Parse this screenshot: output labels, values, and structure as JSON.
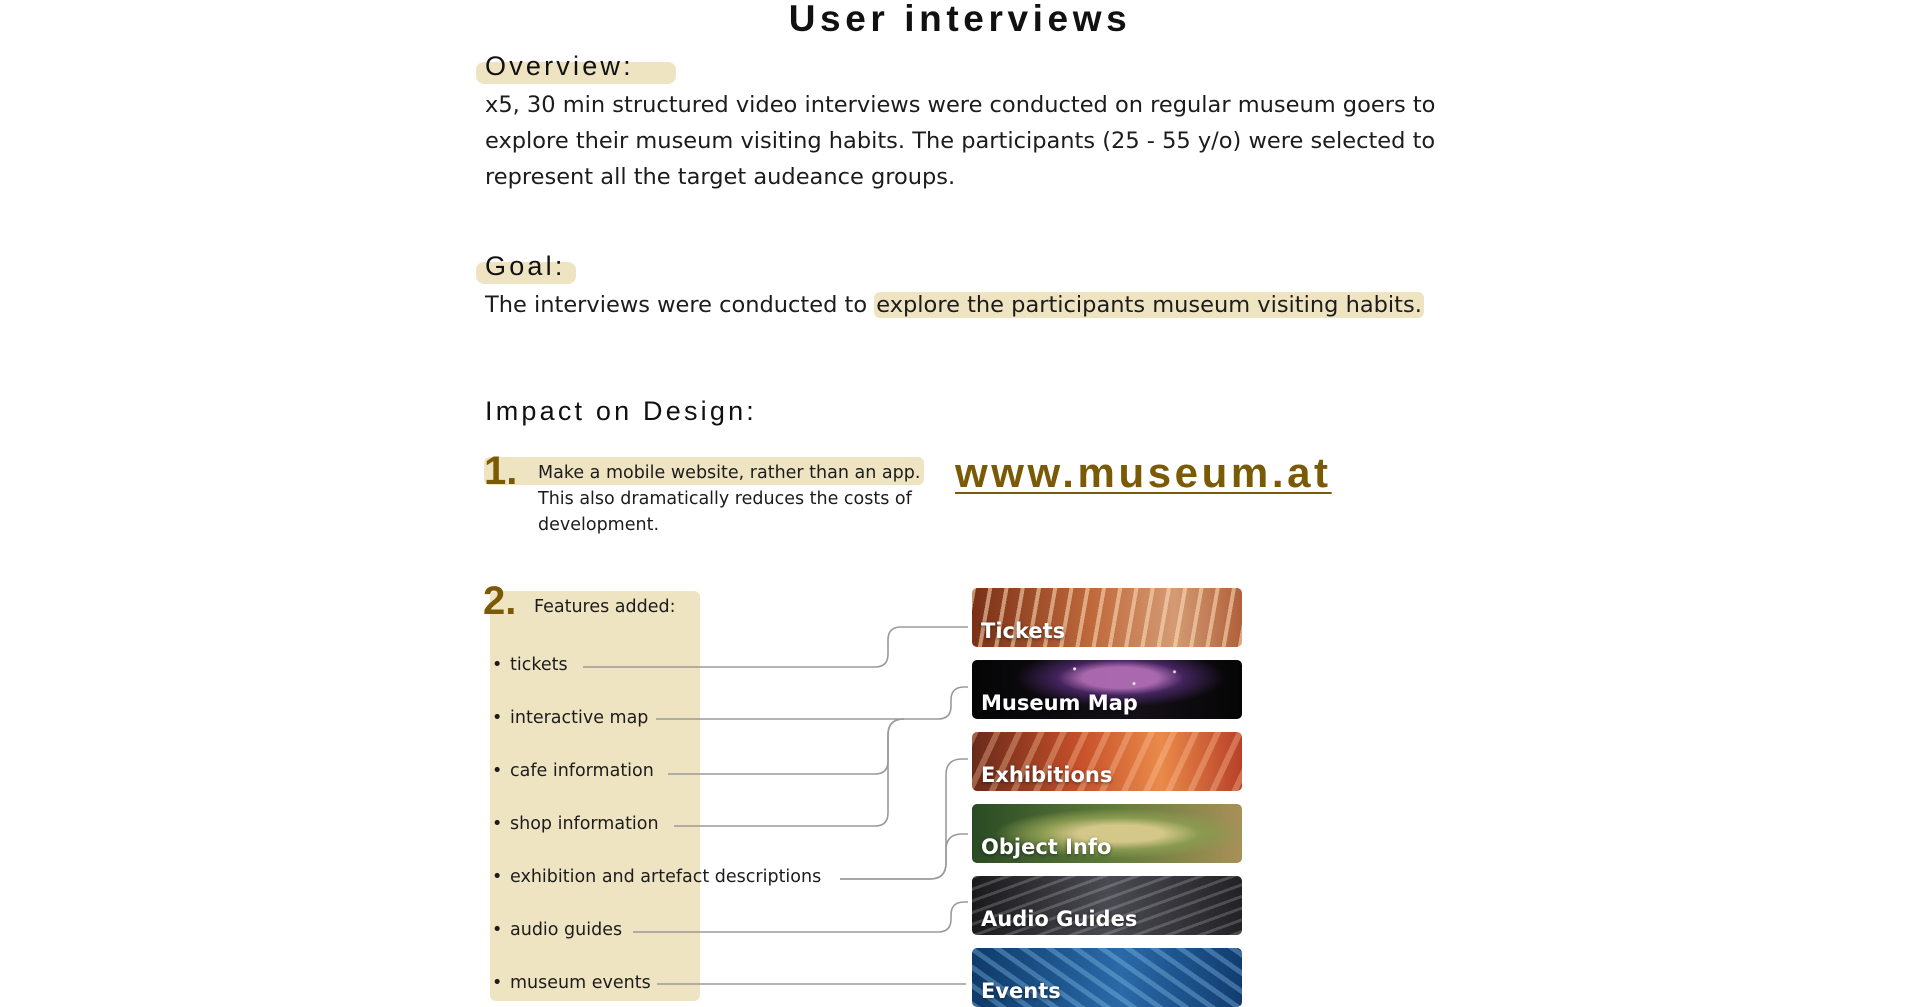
{
  "page": {
    "title": "User interviews"
  },
  "overview": {
    "heading": "Overview:",
    "lines": [
      "x5, 30 min structured video interviews were conducted on regular museum goers to",
      "explore their museum visiting habits. The participants (25 - 55 y/o) were selected to",
      "represent all the target audeance groups."
    ]
  },
  "goal": {
    "heading": "Goal:",
    "text_plain": "The interviews were conducted to ",
    "text_highlight": "explore the participants museum visiting habits."
  },
  "impact": {
    "heading": "Impact on Design:",
    "point1": {
      "number": "1.",
      "lines": [
        "Make a mobile website, rather than an app.",
        "This also dramatically reduces the costs of",
        "development."
      ],
      "url": "www.museum.at"
    },
    "point2": {
      "number": "2.",
      "label": "Features added:",
      "bullet": "•",
      "features": [
        "tickets",
        "interactive map",
        "cafe information",
        "shop information",
        "exhibition and artefact descriptions",
        "audio guides",
        "museum events"
      ],
      "cards": [
        "Tickets",
        "Museum Map",
        "Exhibitions",
        "Object Info",
        "Audio Guides",
        "Events"
      ]
    }
  },
  "colors": {
    "highlight": "#efe4c2",
    "accent": "#7a5a05",
    "connector": "#9a9a9a"
  }
}
